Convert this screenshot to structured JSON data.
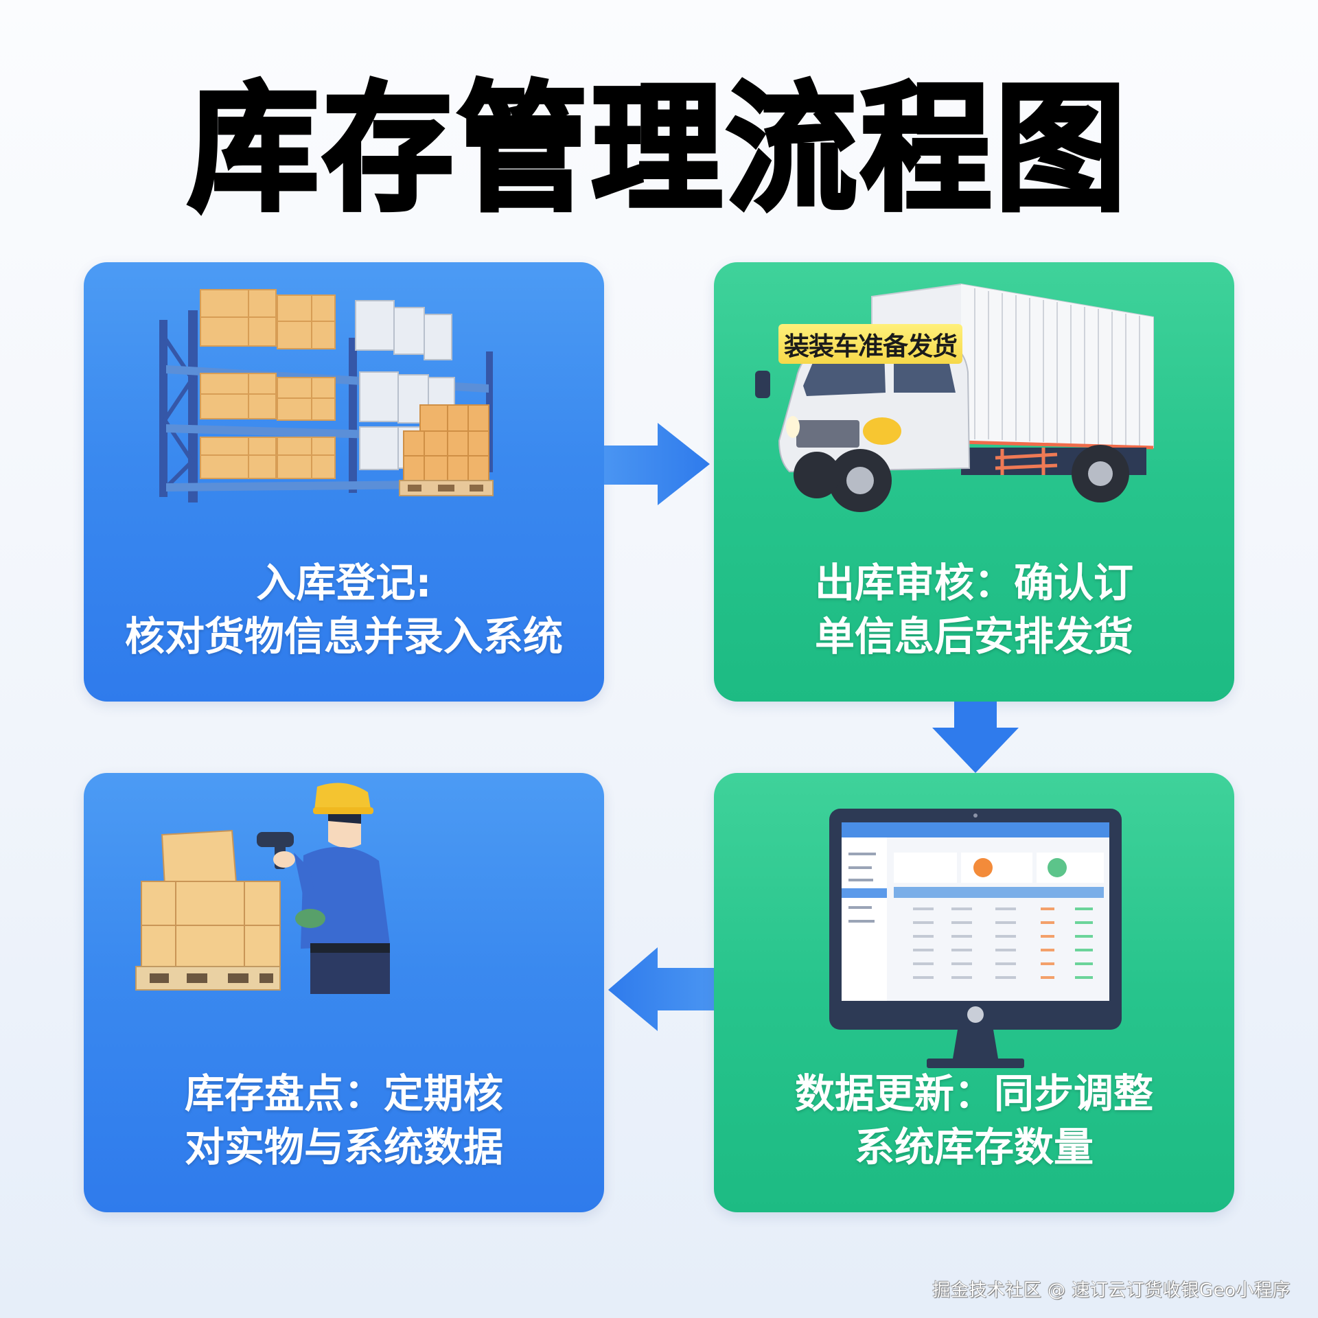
{
  "title": "库存管理流程图",
  "colors": {
    "blue_card": "#3a89ef",
    "green_card": "#27c48c",
    "arrow": "#2f7bec",
    "title": "#000000",
    "background": "#f1f5fb"
  },
  "steps": [
    {
      "id": 1,
      "color": "blue",
      "illustration": "warehouse-shelves-with-boxes",
      "caption_lines": [
        "入库登记:",
        "核对货物信息并录入系统"
      ]
    },
    {
      "id": 2,
      "color": "green",
      "illustration": "delivery-truck",
      "illustration_label": "装装车准备发货",
      "caption_lines": [
        "出库审核：确认订",
        "单信息后安排发货"
      ]
    },
    {
      "id": 3,
      "color": "green",
      "illustration": "computer-monitor-inventory-dashboard",
      "caption_lines": [
        "数据更新：同步调整",
        "系统库存数量"
      ]
    },
    {
      "id": 4,
      "color": "blue",
      "illustration": "worker-scanning-boxes",
      "caption_lines": [
        "库存盘点：定期核",
        "对实物与系统数据"
      ]
    }
  ],
  "arrows": [
    {
      "from": 1,
      "to": 2,
      "direction": "right"
    },
    {
      "from": 2,
      "to": 3,
      "direction": "down"
    },
    {
      "from": 3,
      "to": 4,
      "direction": "left"
    }
  ],
  "watermark": "掘金技术社区 @ 速订云订货收银Geo小程序"
}
